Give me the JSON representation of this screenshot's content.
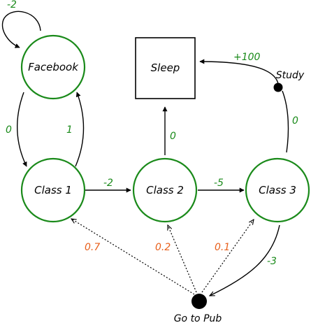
{
  "colors": {
    "state_border": "#1a8a1a",
    "reward_label": "#1a8a1a",
    "probability_label": "#e8601c",
    "text": "#000000",
    "edge": "#000000"
  },
  "nodes": {
    "facebook": "Facebook",
    "class1": "Class 1",
    "class2": "Class 2",
    "class3": "Class 3",
    "sleep": "Sleep",
    "study": "Study",
    "pub": "Go to Pub"
  },
  "edges": {
    "facebook_self": "-2",
    "facebook_to_class1": "0",
    "class1_to_facebook": "1",
    "class1_to_class2": "-2",
    "class2_to_class3": "-5",
    "class2_to_sleep": "0",
    "class3_to_study": "0",
    "study_to_sleep": "+100",
    "class3_to_pub": "-3",
    "pub_to_class1": "0.7",
    "pub_to_class2": "0.2",
    "pub_to_class3": "0.1"
  }
}
